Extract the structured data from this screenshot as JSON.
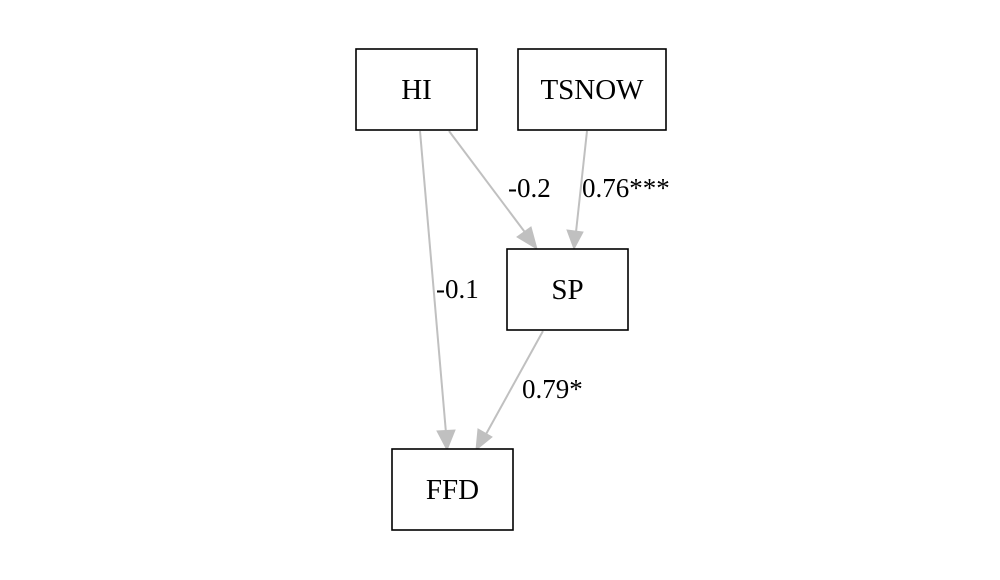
{
  "diagram": {
    "nodes": {
      "hi": "HI",
      "tsnow": "TSNOW",
      "sp": "SP",
      "ffd": "FFD"
    },
    "edges": {
      "hi_sp": "-0.2",
      "tsnow_sp": "0.76***",
      "hi_ffd": "-0.1",
      "sp_ffd": "0.79*"
    },
    "colors": {
      "node_border": "#000000",
      "edge": "#c0c0c0",
      "text": "#000000",
      "background": "#ffffff"
    }
  }
}
